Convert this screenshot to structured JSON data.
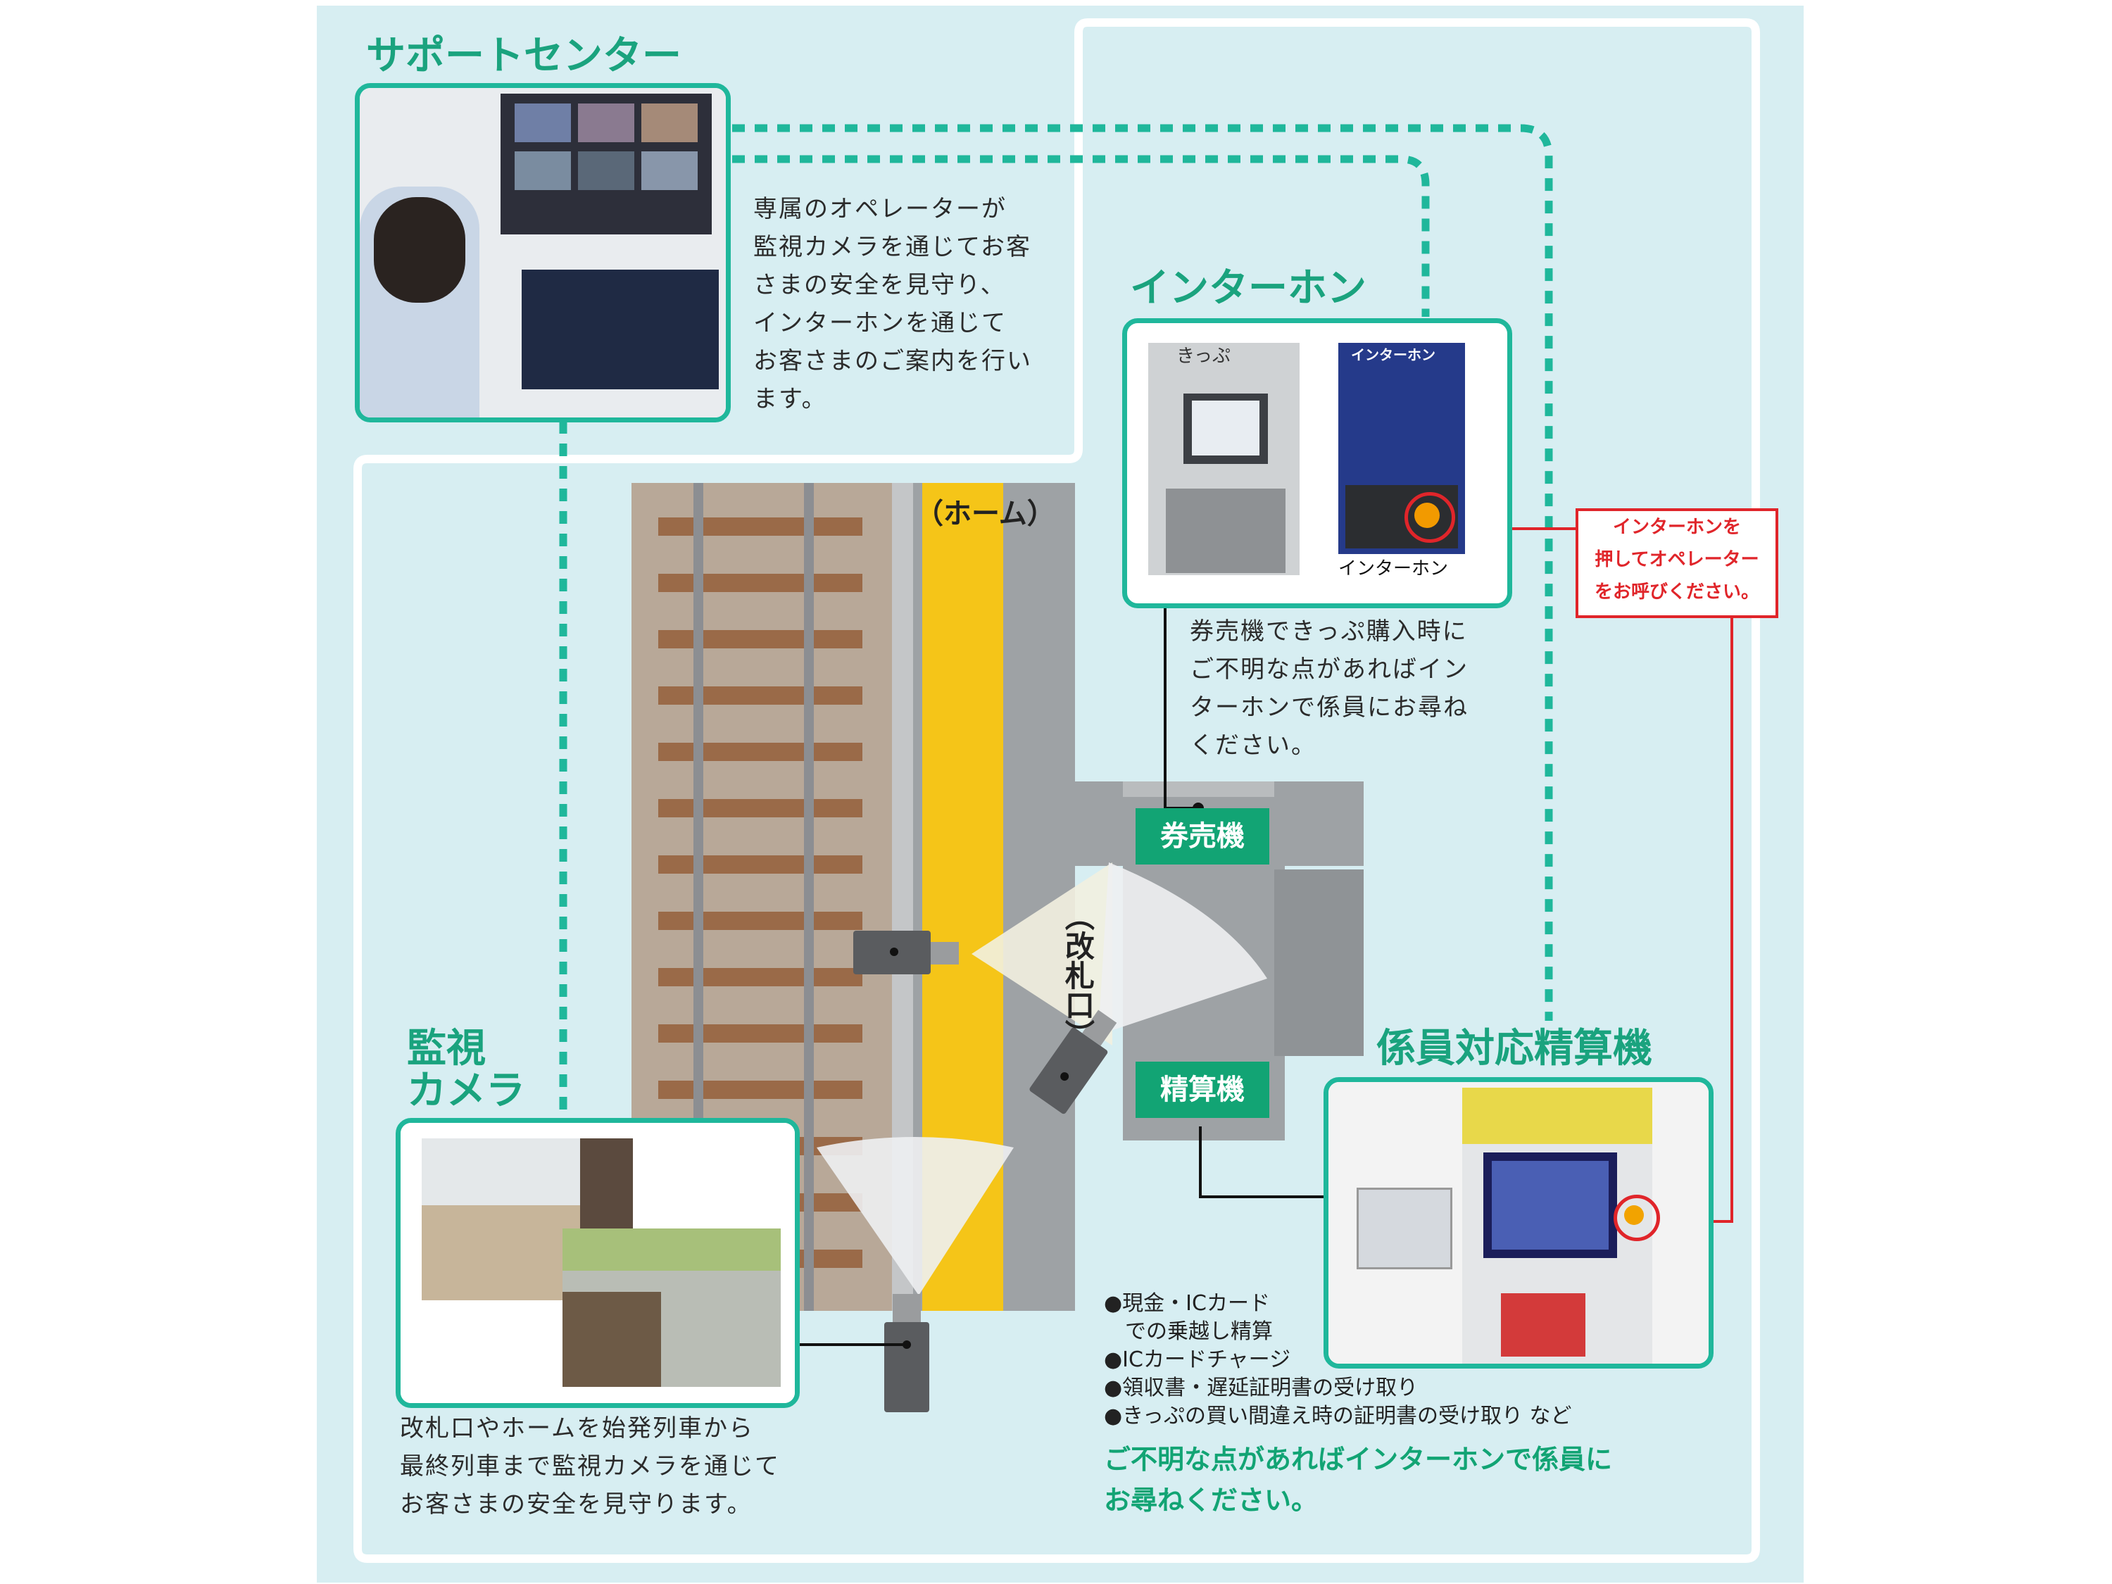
{
  "support_center": {
    "heading": "サポートセンター",
    "lines": [
      "専属のオペレーターが",
      "監視カメラを通じてお客",
      "さまの安全を見守り、",
      "インターホンを通じて",
      "お客さまのご案内を行い",
      "ます。"
    ]
  },
  "intercom": {
    "heading": "インターホン",
    "photo_caption": "インターホン",
    "panel_title": "インターホン",
    "machine_label": "きっぷ",
    "lines": [
      "券売機できっぷ購入時に",
      "ご不明な点があればイン",
      "ターホンで係員にお尋ね",
      "ください。"
    ]
  },
  "callout": {
    "lines": [
      "インターホンを",
      "押してオペレーター",
      "をお呼びください。"
    ]
  },
  "platform_label": "（ホーム）",
  "gate_label": "（改札口）",
  "ticket_machine_label": "券売機",
  "fare_machine_label": "精算機",
  "fare_adjust": {
    "heading": "係員対応精算機",
    "features": [
      "●現金・ICカード",
      "　での乗越し精算",
      "●ICカードチャージ",
      "●領収書・遅延証明書の受け取り",
      "●きっぷの買い間違え時の証明書の受け取り など"
    ],
    "note_lines": [
      "ご不明な点があればインターホンで係員に",
      "お尋ねください。"
    ]
  },
  "camera": {
    "heading_lines": [
      "監視",
      "カメラ"
    ],
    "lines": [
      "改札口やホームを始発列車から",
      "最終列車まで監視カメラを通じて",
      "お客さまの安全を見守ります。"
    ]
  },
  "colors": {
    "background": "#d7eef2",
    "teal": "#1fb79b",
    "green": "#12a474",
    "red": "#e0252a",
    "yellow": "#f5c518"
  }
}
